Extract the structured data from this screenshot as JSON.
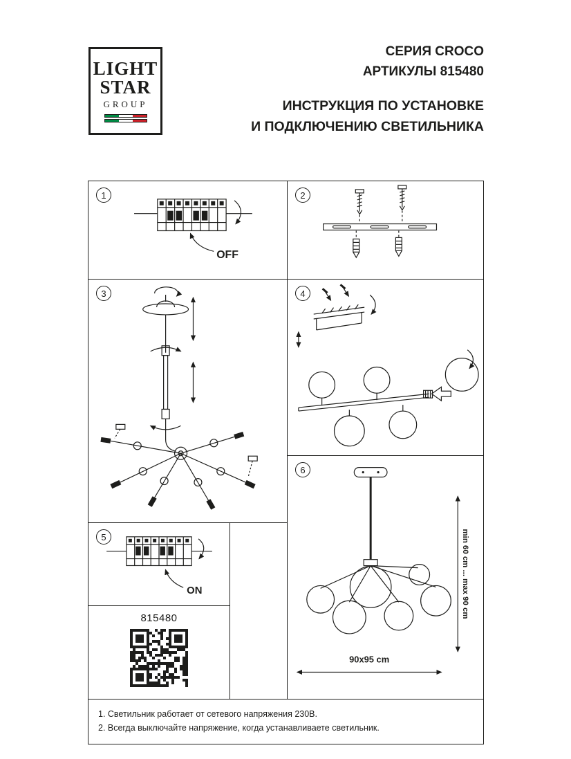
{
  "brand": {
    "line1": "LIGHT",
    "line2": "STAR",
    "line3": "GROUP",
    "flag_colors": [
      "#008c45",
      "#ffffff",
      "#cd212a"
    ]
  },
  "header": {
    "series": "СЕРИЯ CROCO",
    "articles": "АРТИКУЛЫ 815480",
    "title_line1": "ИНСТРУКЦИЯ ПО УСТАНОВКЕ",
    "title_line2": "И ПОДКЛЮЧЕНИЮ СВЕТИЛЬНИКА"
  },
  "steps": {
    "s1": {
      "number": "1",
      "switch_label": "OFF"
    },
    "s2": {
      "number": "2"
    },
    "s3": {
      "number": "3"
    },
    "s4": {
      "number": "4"
    },
    "s5": {
      "number": "5",
      "switch_label": "ON"
    },
    "s6": {
      "number": "6",
      "height_range": "min 60 cm ... max 90 cm",
      "width_dimension": "90x95 cm"
    }
  },
  "product": {
    "code": "815480"
  },
  "footer": {
    "note1": "1. Светильник работает от сетевого напряжения 230В.",
    "note2": "2. Всегда выключайте напряжение, когда устанавливаете светильник."
  },
  "colors": {
    "ink": "#1d1d1b"
  }
}
